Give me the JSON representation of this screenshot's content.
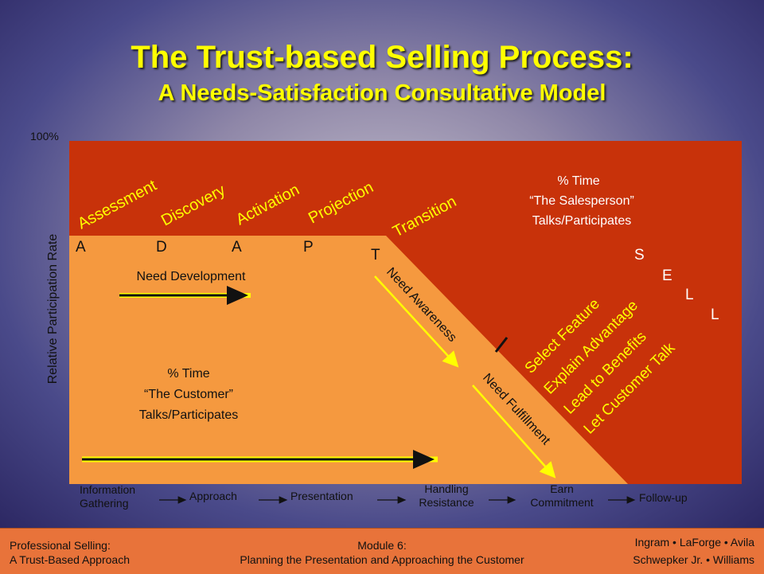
{
  "title": "The Trust-based Selling Process:",
  "subtitle": "A Needs-Satisfaction Consultative Model",
  "y_axis": {
    "label": "Relative Participation Rate",
    "top_label": "100%"
  },
  "phases": [
    "Assessment",
    "Discovery",
    "Activation",
    "Projection",
    "Transition"
  ],
  "phase_letters": [
    "A",
    "D",
    "A",
    "P",
    "T"
  ],
  "salesperson_label": {
    "line1": "% Time",
    "line2": "“The Salesperson”",
    "line3": "Talks/Participates"
  },
  "customer_label": {
    "line1": "% Time",
    "line2": "“The Customer”",
    "line3": "Talks/Participates"
  },
  "sell_letters": [
    "S",
    "E",
    "L",
    "L"
  ],
  "sell_steps": [
    "Select Feature",
    "Explain Advantage",
    "Lead to Benefits",
    "Let Customer Talk"
  ],
  "need_development": "Need Development",
  "need_awareness": "Need Awareness",
  "need_fulfillment": "Need Fulfillment",
  "process_steps": [
    {
      "line1": "Information",
      "line2": "Gathering"
    },
    {
      "line1": "Approach",
      "line2": ""
    },
    {
      "line1": "Presentation",
      "line2": ""
    },
    {
      "line1": "Handling",
      "line2": "Resistance"
    },
    {
      "line1": "Earn",
      "line2": "Commitment"
    },
    {
      "line1": "Follow-up",
      "line2": ""
    }
  ],
  "footer": {
    "left_line1": "Professional Selling:",
    "left_line2": "A Trust-Based Approach",
    "center_line1": "Module 6:",
    "center_line2": "Planning the Presentation and Approaching the Customer",
    "right_line1": "Ingram • LaForge • Avila",
    "right_line2": "Schwepker Jr. • Williams"
  },
  "colors": {
    "salesperson_area": "#c8320a",
    "customer_area": "#f5993f",
    "title": "#ffff00",
    "footer": "#e8733a",
    "arrow": "#ffff00"
  }
}
